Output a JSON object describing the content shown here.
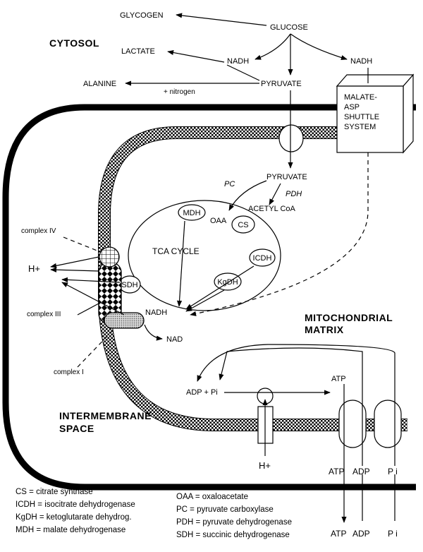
{
  "regions": {
    "cytosol": "CYTOSOL",
    "matrix_line1": "MITOCHONDRIAL",
    "matrix_line2": "MATRIX",
    "intermembrane_line1": "INTERMEMBRANE",
    "intermembrane_line2": "SPACE"
  },
  "metabolites": {
    "glycogen": "GLYCOGEN",
    "glucose": "GLUCOSE",
    "lactate": "LACTATE",
    "nadh_cyto": "NADH",
    "nadh_shuttle": "NADH",
    "alanine": "ALANINE",
    "plus_nitrogen": "+ nitrogen",
    "pyruvate_cyto": "PYRUVATE",
    "pyruvate_mito": "PYRUVATE",
    "acetyl_coa": "ACETYL CoA",
    "oaa": "OAA",
    "tca_cycle": "TCA CYCLE",
    "nadh_matrix": "NADH",
    "nad": "NAD",
    "h_plus_left": "H+",
    "h_plus_bottom": "H+",
    "adp_pi": "ADP + Pi",
    "atp_matrix": "ATP",
    "atp_in": "ATP",
    "adp_in": "ADP",
    "pi_in": "P i",
    "atp_out": "ATP",
    "adp_out": "ADP",
    "pi_out": "P i"
  },
  "enzymes": {
    "pc": "PC",
    "pdh": "PDH",
    "mdh": "MDH",
    "cs": "CS",
    "icdh": "ICDH",
    "kgdh": "KgDH",
    "sdh": "SDH"
  },
  "complexes": {
    "complex_iv": "complex IV",
    "complex_iii": "complex  III",
    "complex_i": "complex I"
  },
  "shuttle": {
    "line1": "MALATE-",
    "line2": "ASP",
    "line3": "SHUTTLE",
    "line4": "SYSTEM"
  },
  "legend": {
    "left": [
      "CS = citrate synthase",
      "ICDH = isocitrate dehydrogenase",
      "KgDH = ketoglutarate dehydrog.",
      "MDH = malate dehydrogenase"
    ],
    "right": [
      "OAA = oxaloacetate",
      "PC = pyruvate carboxylase",
      "PDH = pyruvate dehydrogenase",
      "SDH = succinic dehydrogenase"
    ]
  }
}
